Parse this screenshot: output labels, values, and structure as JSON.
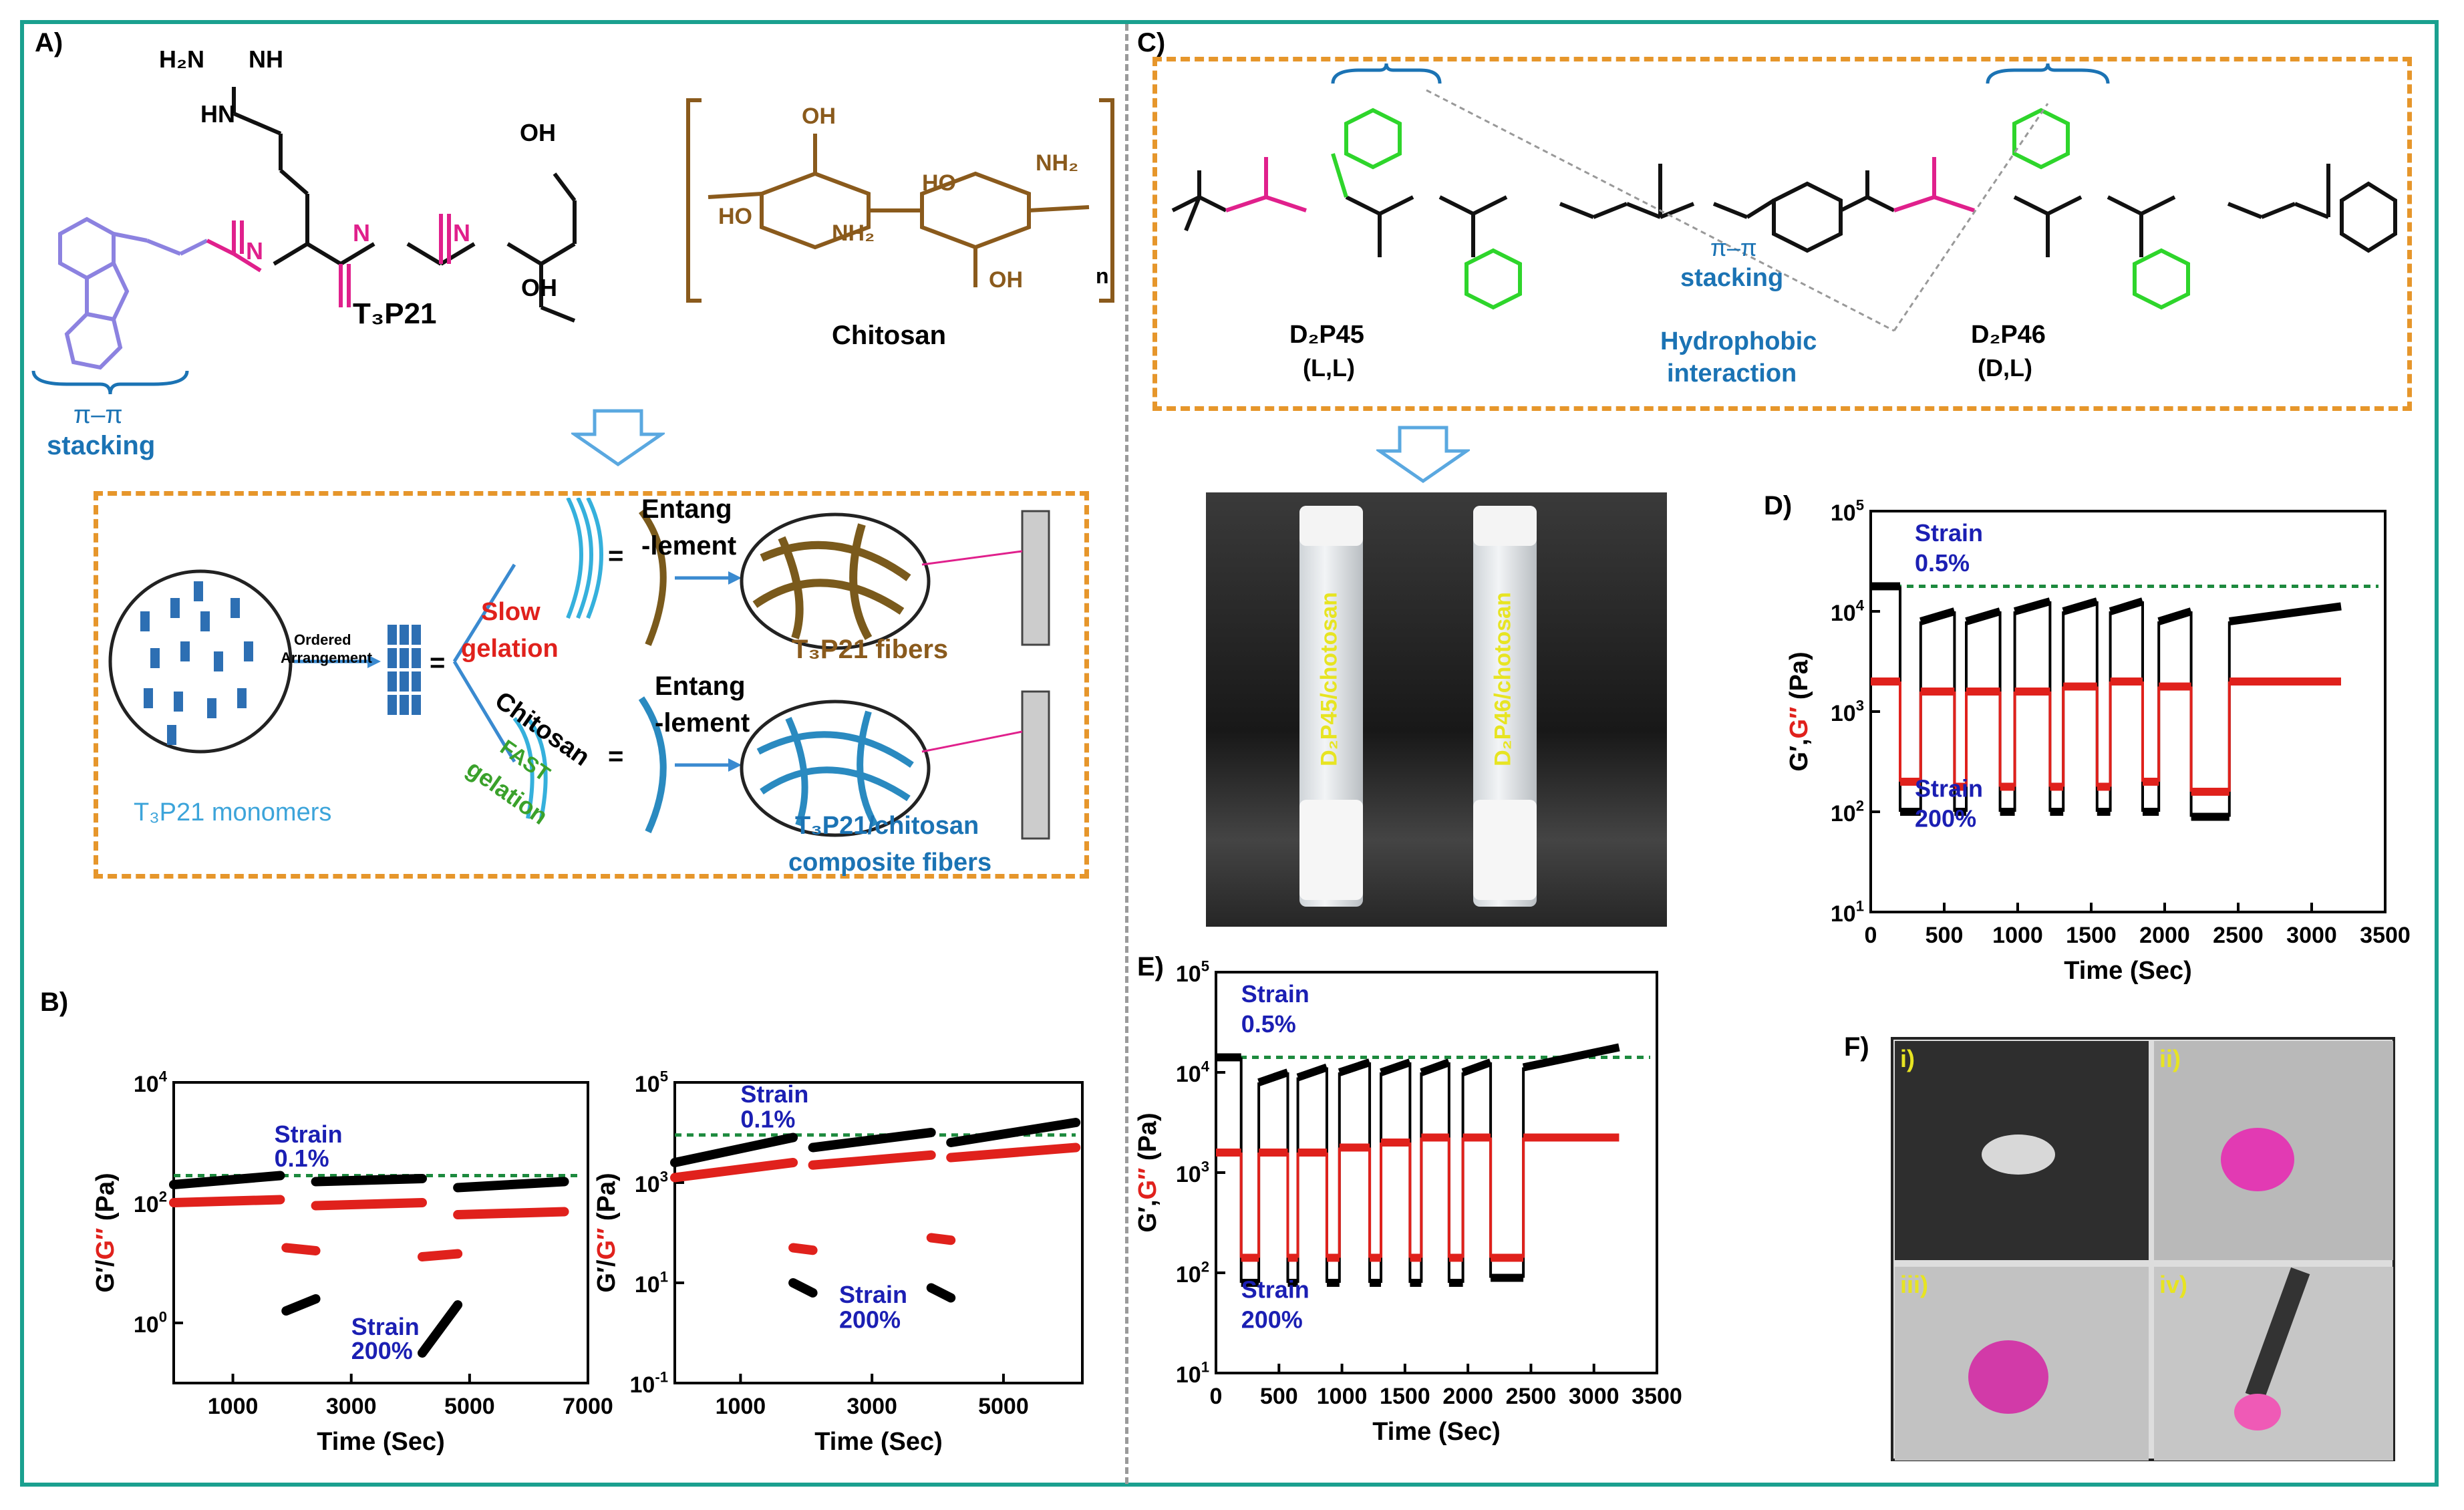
{
  "panels": {
    "A": "A)",
    "B": "B)",
    "C": "C)",
    "D": "D)",
    "E": "E)",
    "F": "F)"
  },
  "panelA": {
    "h2n": "H₂N",
    "nh": "NH",
    "hn": "HN",
    "oh": "OH",
    "o": "O",
    "h": "H",
    "n": "N",
    "compound": "T₃P21",
    "chitosan": "Chitosan",
    "pi_pi": "π–π",
    "stacking": "stacking",
    "monomers": "T₃P21 monomers",
    "ordered": "Ordered",
    "arrangement": "Arrangement",
    "slow": "Slow",
    "gelation": "gelation",
    "chitosan_label": "Chitosan",
    "fast": "FAST",
    "fast_gelation": "gelation",
    "entang": "Entang",
    "lement": "-lement",
    "entang2": "Entang",
    "lement2": "-lement",
    "fibers": "T₃P21 fibers",
    "composite1": "T₃P21/chitosan",
    "composite2": "composite fibers",
    "ho": "HO",
    "nh2": "NH₂",
    "n_sub": "n"
  },
  "panelC": {
    "d2p45": "D₂P45",
    "d2p45_conf": "(L,L)",
    "d2p46": "D₂P46",
    "d2p46_conf": "(D,L)",
    "pi_pi": "π–π",
    "stacking": "stacking",
    "hydrophobic": "Hydrophobic",
    "interaction": "interaction",
    "vial1": "D₂P45/chotosan",
    "vial2": "D₂P46/chotosan"
  },
  "panelF": {
    "i": "i)",
    "ii": "ii)",
    "iii": "iii)",
    "iv": "iv)"
  },
  "colors": {
    "frame": "#1aa08f",
    "dash": "#e6962b",
    "gprime": "#000000",
    "gdouble": "#e0211c",
    "reference": "#1d8a3e",
    "annot": "#1b1fb3"
  },
  "chart_data": [
    {
      "id": "B-left",
      "type": "scatter",
      "xlabel": "Time (Sec)",
      "ylabel": "G′/G″ (Pa)",
      "ylabel_parts": [
        "G′/",
        "G″",
        " (Pa)"
      ],
      "xlim": [
        0,
        7000
      ],
      "xticks": [
        1000,
        3000,
        5000,
        7000
      ],
      "ylog": true,
      "ylim_exp": [
        -1,
        4
      ],
      "ytick_exps": [
        0,
        2,
        4
      ],
      "annotations": [
        {
          "text": "Strain",
          "x": 1700,
          "y_exp": 3.0
        },
        {
          "text": "0.1%",
          "x": 1700,
          "y_exp": 2.6
        },
        {
          "text": "Strain",
          "x": 3000,
          "y_exp": -0.2
        },
        {
          "text": "200%",
          "x": 3000,
          "y_exp": -0.6
        }
      ],
      "reference_line_exp": 2.45,
      "series": [
        {
          "name": "G′",
          "segments": [
            {
              "x": [
                0,
                1800
              ],
              "y_exp": [
                2.3,
                2.45
              ]
            },
            {
              "x": [
                1900,
                2400
              ],
              "y_exp": [
                0.2,
                0.4
              ]
            },
            {
              "x": [
                2400,
                4200
              ],
              "y_exp": [
                2.35,
                2.4
              ]
            },
            {
              "x": [
                4200,
                4800
              ],
              "y_exp": [
                -0.5,
                0.3
              ]
            },
            {
              "x": [
                4800,
                6600
              ],
              "y_exp": [
                2.25,
                2.35
              ]
            }
          ]
        },
        {
          "name": "G″",
          "segments": [
            {
              "x": [
                0,
                1800
              ],
              "y_exp": [
                2.0,
                2.05
              ]
            },
            {
              "x": [
                1900,
                2400
              ],
              "y_exp": [
                1.25,
                1.2
              ]
            },
            {
              "x": [
                2400,
                4200
              ],
              "y_exp": [
                1.95,
                2.0
              ]
            },
            {
              "x": [
                4200,
                4800
              ],
              "y_exp": [
                1.1,
                1.15
              ]
            },
            {
              "x": [
                4800,
                6600
              ],
              "y_exp": [
                1.8,
                1.85
              ]
            }
          ]
        }
      ]
    },
    {
      "id": "B-right",
      "type": "scatter",
      "xlabel": "Time (Sec)",
      "ylabel": "G′/G″ (Pa)",
      "ylabel_parts": [
        "G′/",
        "G″",
        " (Pa)"
      ],
      "xlim": [
        0,
        6200
      ],
      "xticks": [
        1000,
        3000,
        5000
      ],
      "ylog": true,
      "ylim_exp": [
        -1,
        5
      ],
      "ytick_exps": [
        -1,
        1,
        3,
        5
      ],
      "annotations": [
        {
          "text": "Strain",
          "x": 1000,
          "y_exp": 4.6
        },
        {
          "text": "0.1%",
          "x": 1000,
          "y_exp": 4.1
        },
        {
          "text": "Strain",
          "x": 2500,
          "y_exp": 0.6
        },
        {
          "text": "200%",
          "x": 2500,
          "y_exp": 0.1
        }
      ],
      "reference_line_exp": 3.95,
      "series": [
        {
          "name": "G′",
          "segments": [
            {
              "x": [
                0,
                1800
              ],
              "y_exp": [
                3.4,
                3.9
              ]
            },
            {
              "x": [
                1800,
                2100
              ],
              "y_exp": [
                1.0,
                0.8
              ]
            },
            {
              "x": [
                2100,
                3900
              ],
              "y_exp": [
                3.7,
                4.0
              ]
            },
            {
              "x": [
                3900,
                4200
              ],
              "y_exp": [
                0.9,
                0.7
              ]
            },
            {
              "x": [
                4200,
                6100
              ],
              "y_exp": [
                3.8,
                4.2
              ]
            }
          ]
        },
        {
          "name": "G″",
          "segments": [
            {
              "x": [
                0,
                1800
              ],
              "y_exp": [
                3.1,
                3.4
              ]
            },
            {
              "x": [
                1800,
                2100
              ],
              "y_exp": [
                1.7,
                1.65
              ]
            },
            {
              "x": [
                2100,
                3900
              ],
              "y_exp": [
                3.35,
                3.55
              ]
            },
            {
              "x": [
                3900,
                4200
              ],
              "y_exp": [
                1.9,
                1.85
              ]
            },
            {
              "x": [
                4200,
                6100
              ],
              "y_exp": [
                3.5,
                3.7
              ]
            }
          ]
        }
      ]
    },
    {
      "id": "D",
      "type": "scatter",
      "xlabel": "Time (Sec)",
      "ylabel": "G′,G″ (Pa)",
      "ylabel_parts": [
        "G′,",
        "G″",
        " (Pa)"
      ],
      "xlim": [
        0,
        3500
      ],
      "xticks": [
        0,
        500,
        1000,
        1500,
        2000,
        2500,
        3000,
        3500
      ],
      "ylog": true,
      "ylim_exp": [
        1,
        5
      ],
      "ytick_exps": [
        1,
        2,
        3,
        4,
        5
      ],
      "annotations": [
        {
          "text": "Strain",
          "x": 300,
          "y_exp": 4.7
        },
        {
          "text": "0.5%",
          "x": 300,
          "y_exp": 4.4
        },
        {
          "text": "Strain",
          "x": 300,
          "y_exp": 2.15
        },
        {
          "text": "200%",
          "x": 300,
          "y_exp": 1.85
        }
      ],
      "reference_line_exp": 4.25,
      "series": [
        {
          "name": "G′",
          "pattern": {
            "recovery": [
              [
                0,
                200,
                4.25
              ],
              [
                340,
                570,
                3.9,
                4.0
              ],
              [
                650,
                880,
                3.9,
                4.0
              ],
              [
                980,
                1220,
                4.0,
                4.1
              ],
              [
                1310,
                1540,
                4.0,
                4.1
              ],
              [
                1630,
                1850,
                4.0,
                4.1
              ],
              [
                1960,
                2180,
                3.9,
                4.0
              ],
              [
                2440,
                3200,
                3.9,
                4.05
              ]
            ],
            "breakdown": [
              [
                200,
                340,
                2.0
              ],
              [
                570,
                650,
                2.0
              ],
              [
                880,
                980,
                2.0
              ],
              [
                1220,
                1310,
                2.0
              ],
              [
                1540,
                1630,
                2.0
              ],
              [
                1850,
                1960,
                2.0
              ],
              [
                2180,
                2440,
                1.95
              ]
            ]
          }
        },
        {
          "name": "G″",
          "pattern": {
            "recovery": [
              [
                0,
                200,
                3.3
              ],
              [
                340,
                570,
                3.2
              ],
              [
                650,
                880,
                3.2
              ],
              [
                980,
                1220,
                3.2
              ],
              [
                1310,
                1540,
                3.25
              ],
              [
                1630,
                1850,
                3.3
              ],
              [
                1960,
                2180,
                3.25
              ],
              [
                2440,
                3200,
                3.3
              ]
            ],
            "breakdown": [
              [
                200,
                340,
                2.3
              ],
              [
                570,
                650,
                2.25
              ],
              [
                880,
                980,
                2.25
              ],
              [
                1220,
                1310,
                2.25
              ],
              [
                1540,
                1630,
                2.25
              ],
              [
                1850,
                1960,
                2.3
              ],
              [
                2180,
                2440,
                2.2
              ]
            ]
          }
        }
      ]
    },
    {
      "id": "E",
      "type": "scatter",
      "xlabel": "Time (Sec)",
      "ylabel": "G′,G″ (Pa)",
      "ylabel_parts": [
        "G′,",
        "G″",
        " (Pa)"
      ],
      "xlim": [
        0,
        3500
      ],
      "xticks": [
        0,
        500,
        1000,
        1500,
        2000,
        2500,
        3000,
        3500
      ],
      "ylog": true,
      "ylim_exp": [
        1,
        5
      ],
      "ytick_exps": [
        1,
        2,
        3,
        4,
        5
      ],
      "annotations": [
        {
          "text": "Strain",
          "x": 200,
          "y_exp": 4.7
        },
        {
          "text": "0.5%",
          "x": 200,
          "y_exp": 4.4
        },
        {
          "text": "Strain",
          "x": 200,
          "y_exp": 1.75
        },
        {
          "text": "200%",
          "x": 200,
          "y_exp": 1.45
        }
      ],
      "reference_line_exp": 4.15,
      "series": [
        {
          "name": "G′",
          "pattern": {
            "recovery": [
              [
                0,
                200,
                4.15
              ],
              [
                340,
                570,
                3.9,
                4.0
              ],
              [
                650,
                880,
                3.95,
                4.05
              ],
              [
                980,
                1220,
                4.0,
                4.1
              ],
              [
                1310,
                1540,
                4.0,
                4.1
              ],
              [
                1630,
                1850,
                4.0,
                4.1
              ],
              [
                1960,
                2180,
                4.0,
                4.1
              ],
              [
                2440,
                3200,
                4.05,
                4.25
              ]
            ],
            "breakdown": [
              [
                200,
                340,
                1.9
              ],
              [
                570,
                650,
                1.9
              ],
              [
                880,
                980,
                1.9
              ],
              [
                1220,
                1310,
                1.9
              ],
              [
                1540,
                1630,
                1.9
              ],
              [
                1850,
                1960,
                1.9
              ],
              [
                2180,
                2440,
                1.95
              ]
            ]
          }
        },
        {
          "name": "G″",
          "pattern": {
            "recovery": [
              [
                0,
                200,
                3.2
              ],
              [
                340,
                570,
                3.2
              ],
              [
                650,
                880,
                3.2
              ],
              [
                980,
                1220,
                3.25
              ],
              [
                1310,
                1540,
                3.3
              ],
              [
                1630,
                1850,
                3.35
              ],
              [
                1960,
                2180,
                3.35
              ],
              [
                2440,
                3200,
                3.35
              ]
            ],
            "breakdown": [
              [
                200,
                340,
                2.15
              ],
              [
                570,
                650,
                2.15
              ],
              [
                880,
                980,
                2.15
              ],
              [
                1220,
                1310,
                2.15
              ],
              [
                1540,
                1630,
                2.15
              ],
              [
                1850,
                1960,
                2.15
              ],
              [
                2180,
                2440,
                2.15
              ]
            ]
          }
        }
      ]
    }
  ]
}
